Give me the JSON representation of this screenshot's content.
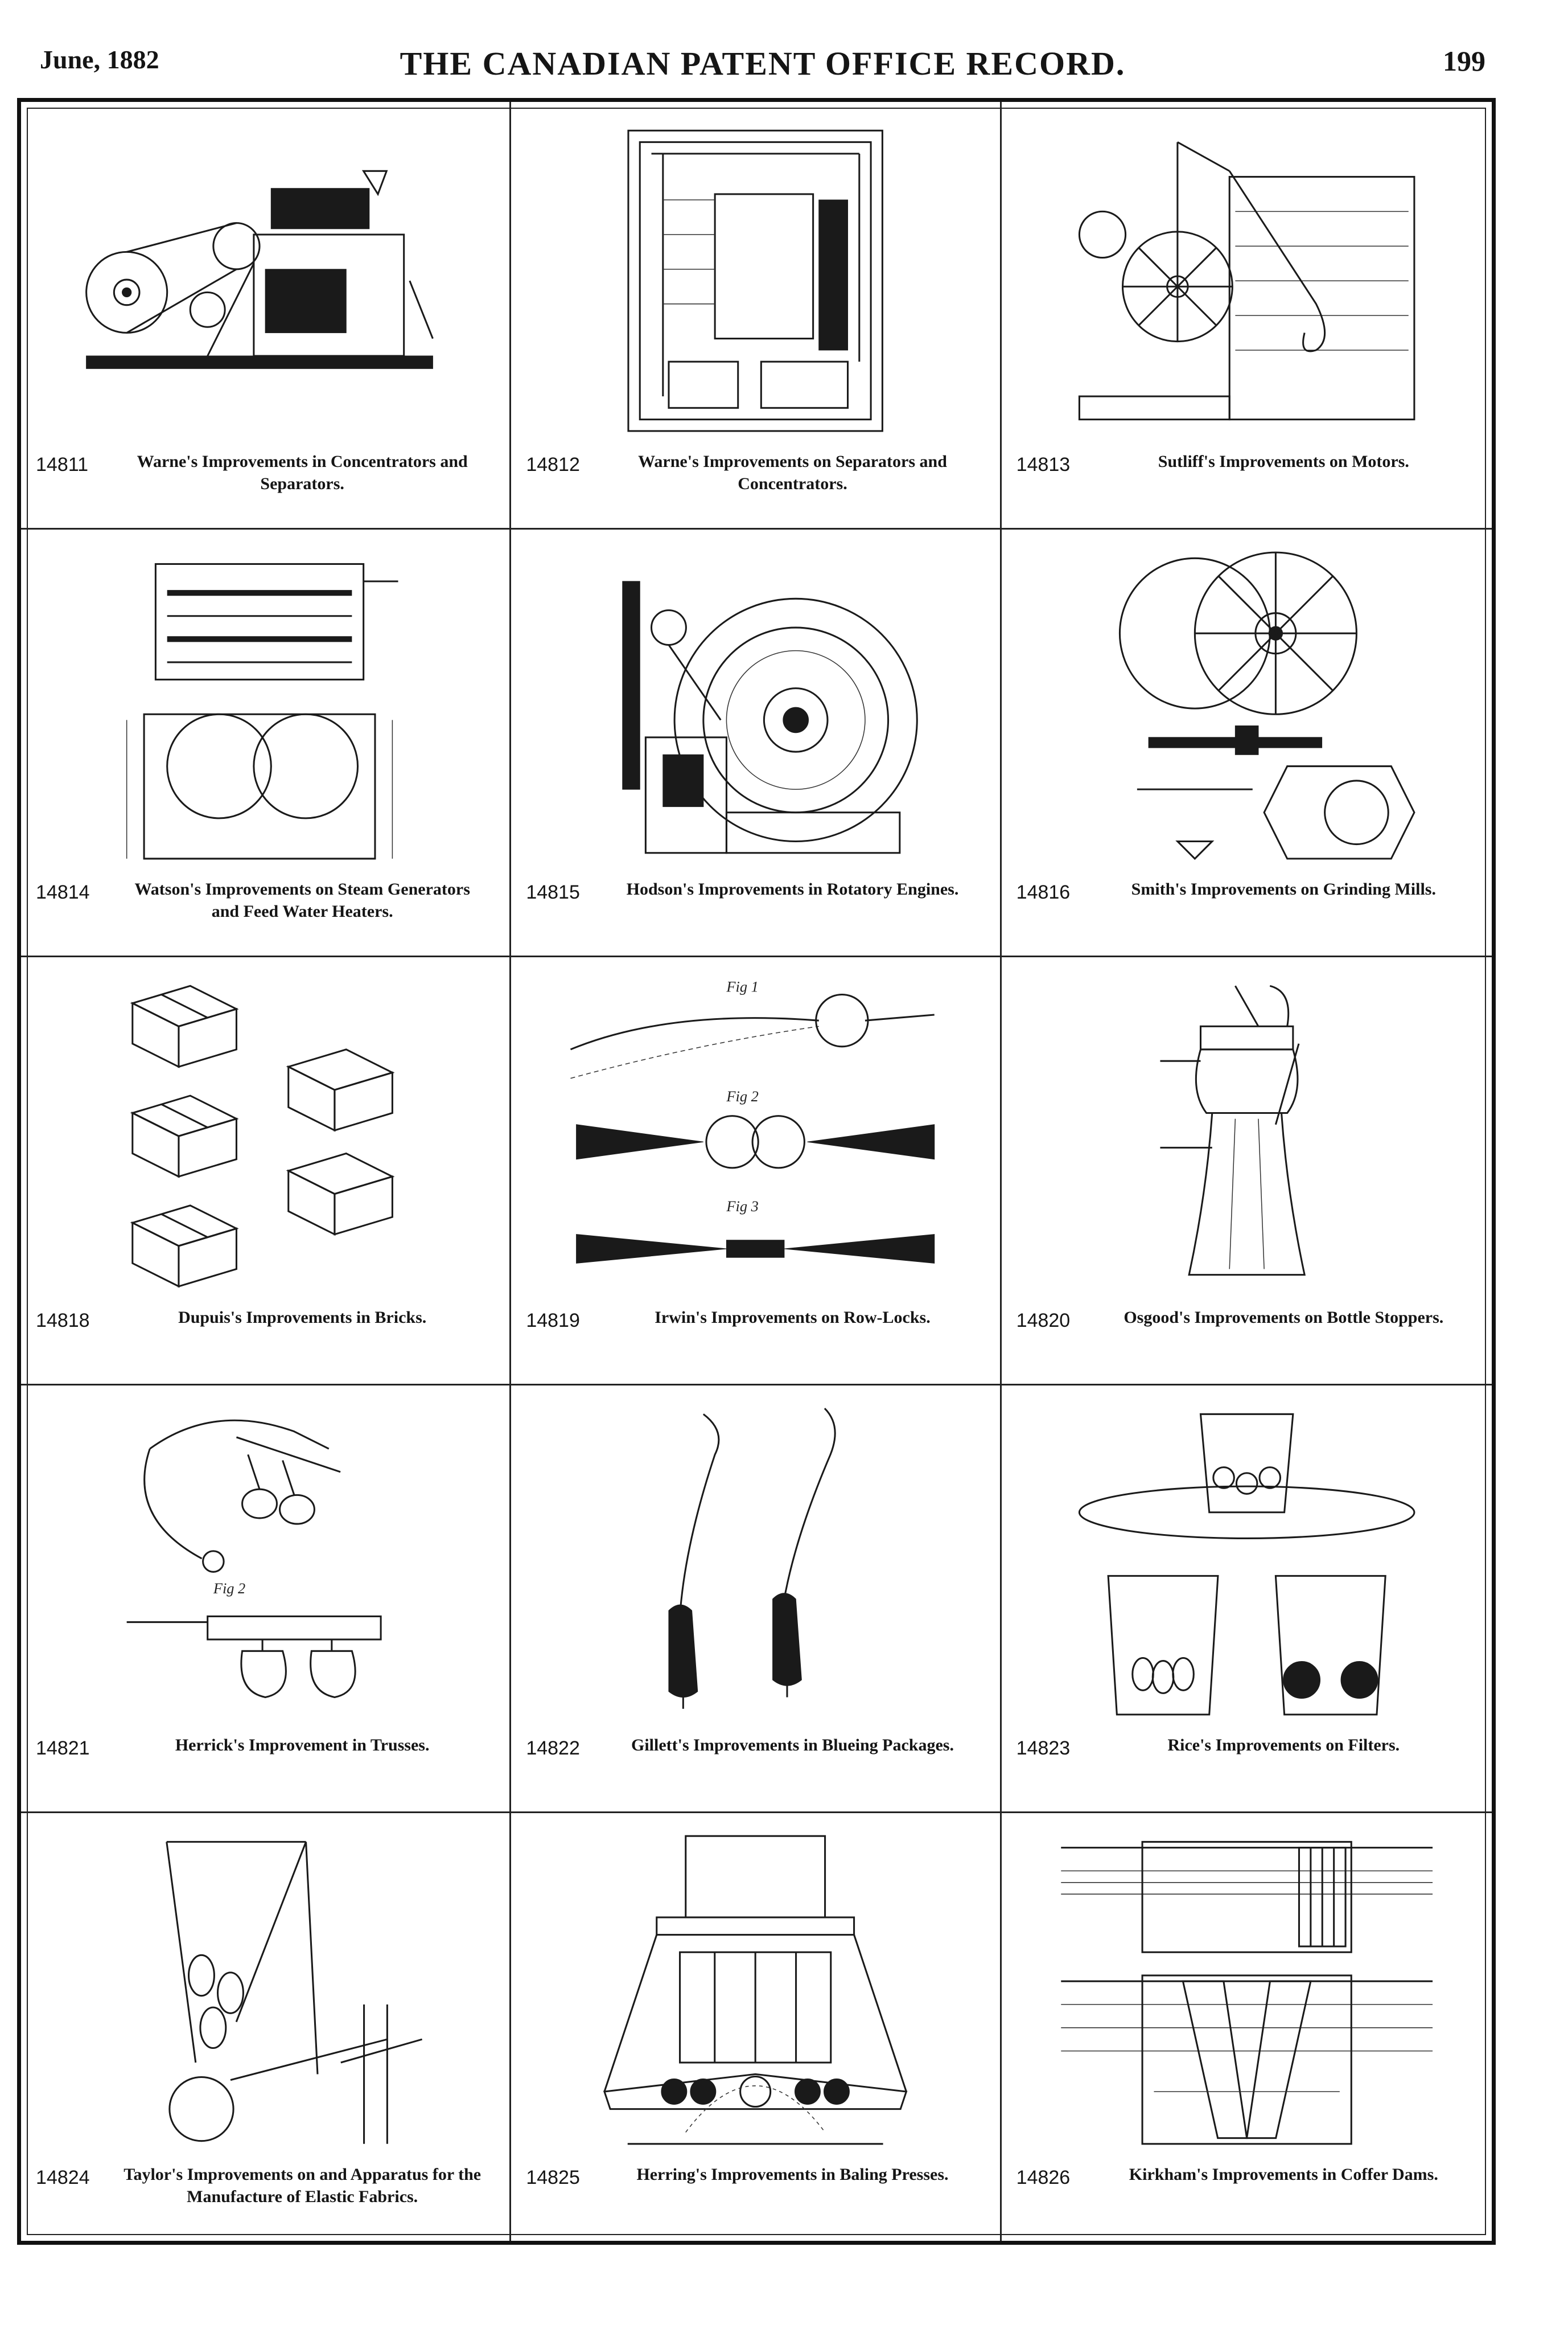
{
  "header": {
    "date": "June, 1882",
    "title": "THE CANADIAN PATENT OFFICE RECORD.",
    "page": "199"
  },
  "entries": [
    {
      "number": "14811",
      "caption": "Warne's Improvements in Concentrators and Separators."
    },
    {
      "number": "14812",
      "caption": "Warne's Improvements on Separators and Concentrators."
    },
    {
      "number": "14813",
      "caption": "Sutliff's Improvements on Motors."
    },
    {
      "number": "14814",
      "caption": "Watson's Improvements on Steam Generators and Feed Water Heaters."
    },
    {
      "number": "14815",
      "caption": "Hodson's Improvements in Rotatory Engines."
    },
    {
      "number": "14816",
      "caption": "Smith's Improvements on Grinding Mills."
    },
    {
      "number": "14818",
      "caption": "Dupuis's Improvements in Bricks."
    },
    {
      "number": "14819",
      "caption": "Irwin's Improvements on Row-Locks."
    },
    {
      "number": "14820",
      "caption": "Osgood's Improvements on Bottle Stoppers."
    },
    {
      "number": "14821",
      "caption": "Herrick's Improvement in Trusses."
    },
    {
      "number": "14822",
      "caption": "Gillett's Improvements in Blueing Packages."
    },
    {
      "number": "14823",
      "caption": "Rice's Improvements on Filters."
    },
    {
      "number": "14824",
      "caption": "Taylor's Improvements on and Apparatus for the Manufacture of Elastic Fabrics."
    },
    {
      "number": "14825",
      "caption": "Herring's Improvements in Baling Presses."
    },
    {
      "number": "14826",
      "caption": "Kirkham's Improvements in Coffer Dams."
    }
  ],
  "figure_labels": {
    "fig1": "Fig 1",
    "fig2": "Fig 2",
    "fig3": "Fig 3"
  }
}
